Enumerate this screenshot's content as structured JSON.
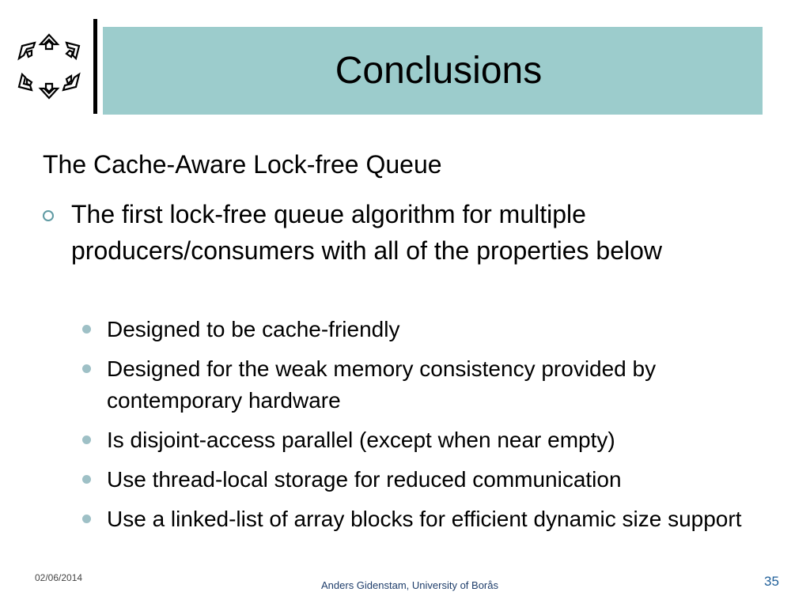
{
  "slide": {
    "title": "Conclusions",
    "subtitle": "The Cache-Aware Lock-free Queue",
    "main_bullet": "The first lock-free queue algorithm for multiple producers/consumers with all of the properties below",
    "sub_bullets": [
      "Designed to be cache-friendly",
      "Designed for the weak memory consistency provided by contemporary hardware",
      "Is disjoint-access parallel (except when near empty)",
      "Use thread-local storage for reduced communication",
      "Use a linked-list of array blocks for efficient dynamic size support"
    ]
  },
  "footer": {
    "date": "02/06/2014",
    "author": "Anders Gidenstam, University of Borås",
    "page": "35"
  },
  "colors": {
    "title_bg": "#9ccccc",
    "ring_bullet": "#5f9aa3",
    "dot_bullet": "#9ec0c6",
    "footer_author": "#1f3e6b",
    "footer_page": "#1f5f99"
  },
  "icons": {
    "logo": "impossible-triangles-logo-icon"
  }
}
